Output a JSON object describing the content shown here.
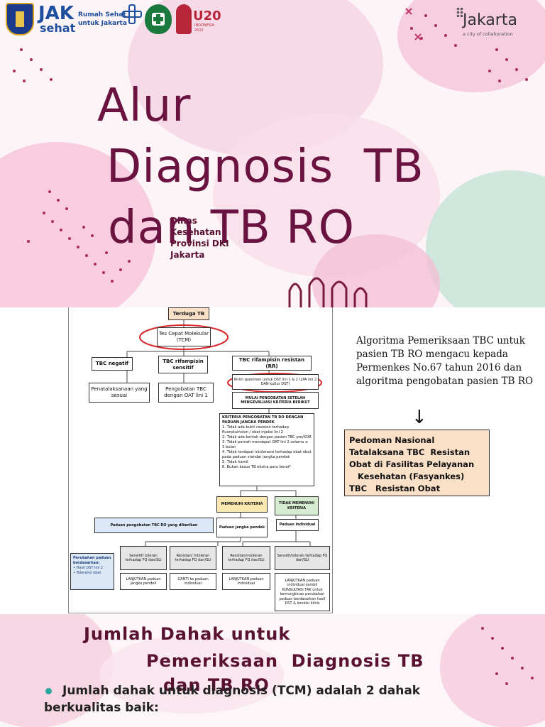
{
  "slide1": {
    "logos": {
      "jak": "JAK",
      "sehat": "sehat",
      "rumah_sehat_line1": "Rumah Sehat",
      "rumah_sehat_line2": "untuk Jakarta",
      "u20": "U20",
      "u20_sub1": "INDONESIA",
      "u20_sub2": "2022",
      "jakarta": "Jakarta",
      "jakarta_tagline": "a city of collaboration"
    },
    "title_line1": "Alur",
    "title_line2": "Diagnosis  TB",
    "title_line3": "dan TB RO",
    "subtitle": "Dinas Kesehatan Provinsi DKI Jakarta",
    "colors": {
      "title": "#6a1340",
      "accent_pink": "#f2b8d2",
      "accent_green": "#bfe1d3"
    }
  },
  "slide2": {
    "flowchart": {
      "terduga": "Terduga TB",
      "tcm": "Tes Cepat Molekular (TCM)",
      "tbc_negatif": "TBC negatif",
      "tbc_sensitif": "TBC rifampisin sensitif",
      "tbc_resistan": "TBC rifampisin resistan (RR)",
      "penatalaksanaan": "Penatalaksanaan yang sesuai",
      "pengobatan_oat": "Pengobatan TBC dengan OAT lini 1",
      "kirim_spesimen": "Kirim spesimen untuk DST lini 1 & 2 (LPA lini 2 DAN kultur DST)",
      "mulai_pengobatan": "MULAI PENGOBATAN SETELAH MENGEVALUASI KRITERIA BERIKUT",
      "kriteria_title": "KRITERIA PENGOBATAN TB RO DENGAN PADUAN JANGKA PENDEK",
      "kriteria_items": [
        "1.   Tidak ada bukti resisten terhadap fluorokuinolon / obat injeksi lini 2",
        "2.   Tidak ada kontak dengan pasien TBC pre/XDR",
        "3.   Tidak pernah mendapat OAT lini 2 selama ≥ 1 bulan",
        "4.   Tidak terdapat intoleransi terhadap obat-obat pada paduan standar jangka pendek",
        "5.   Tidak hamil",
        "6.   Bukan kasus TB ekstra paru berat*"
      ],
      "memenuhi": "MEMENUHI KRITERIA",
      "tidak_memenuhi": "TIDAK MEMENUHI KRITERIA",
      "paduan_diberikan": "Paduan pengobatan TBC RO yang diberikan",
      "paduan_pendek": "Paduan jangka pendek",
      "paduan_individual": "Paduan individual",
      "perubahan_title": "Perubahan paduan berdasarkan:",
      "perubahan_items": [
        "• Hasil DST lini 2",
        "• Toleransi obat"
      ],
      "r1_head": "Sensitif/ toleran terhadap FQ dan/SLI",
      "r1_body": "LANJUTKAN paduan jangka pendek",
      "r2_head": "Resistan/ intoleran terhadap FQ dan/SLI",
      "r2_body": "GANTI ke paduan individual",
      "r3_head": "Resistan/intoleran terhadap FQ dan/SLI",
      "r3_body": "LANJUTKAN paduan individual",
      "r4_head": "Sensitif/toleran terhadap FQ dan/SLI",
      "r4_body": "LANJUTKAN paduan individual sambil KONSULTASI TAK untuk kemungkinan perubahan paduan berdasarkan hasil DST & kondisi klinis"
    },
    "paragraph": "Algoritma Pemeriksaan TBC untuk pasien TB RO mengacu kepada Permenkes No.67 tahun 2016 dan algoritma pengobatan pasien TB RO",
    "arrow": "↓",
    "pedoman_lines": [
      "Pedoman Nasional",
      "Tatalaksana TBC  Resistan",
      "Obat di Fasilitas Pelayanan",
      "   Kesehatan (Fasyankes)",
      "TBC   Resistan Obat"
    ],
    "colors": {
      "memenuhi_bg": "#fbe8b0",
      "tidak_memenuhi_bg": "#d6ecd0",
      "paduan_bg": "#dbe8f6",
      "pedoman_bg": "#fbe0c8",
      "ellipse": "#d8282c"
    }
  },
  "slide3": {
    "heading_line1": "Jumlah Dahak untuk",
    "heading_line2": "Pemeriksaan  Diagnosis TB",
    "heading_line3": "dan TB RO",
    "bullet": "Jumlah dahak untuk diagnosis (TCM) adalah 2 dahak berkualitas baik:",
    "bullet_color": "#2aa5a0"
  }
}
